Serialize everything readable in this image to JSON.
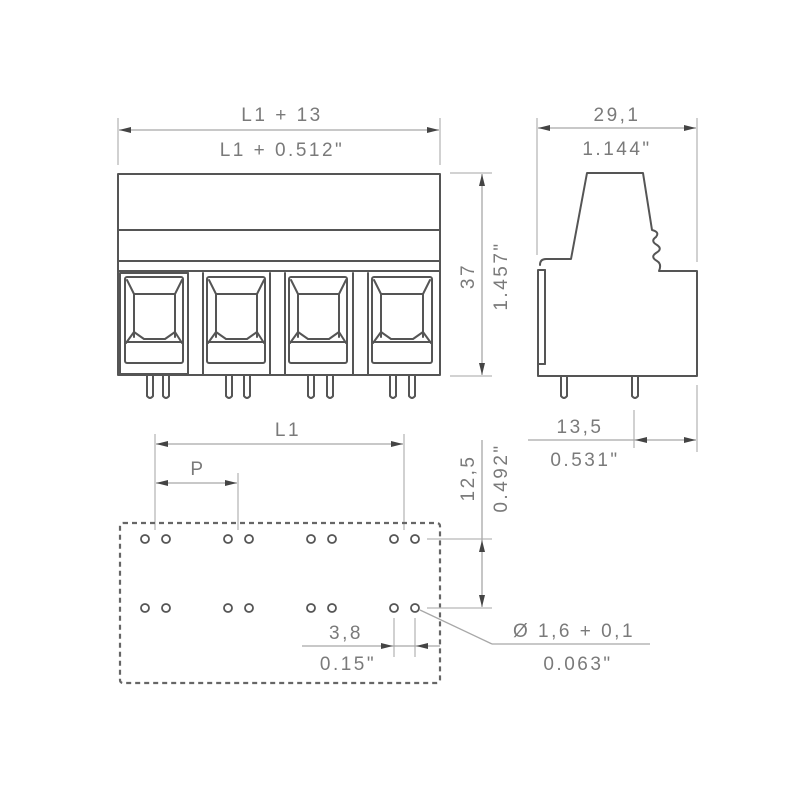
{
  "drawing": {
    "type": "terminal-block-dimension-drawing",
    "poles": 4,
    "colors": {
      "outline": "#555555",
      "dimension_line": "#a8a8a8",
      "dimension_text": "#7a7a7a",
      "background": "#ffffff"
    }
  },
  "front_view": {
    "width_mm": "L1 + 13",
    "width_in": "L1 + 0.512\"",
    "height_mm": "37",
    "height_in": "1.457\""
  },
  "side_view": {
    "depth_mm": "29,1",
    "depth_in": "1.144\"",
    "pin_offset_mm": "13,5",
    "pin_offset_in": "0.531\""
  },
  "pcb_layout": {
    "span_label": "L1",
    "pitch_label": "P",
    "row_spacing_mm": "12,5",
    "row_spacing_in": "0.492\"",
    "pin_spacing_mm": "3,8",
    "pin_spacing_in": "0.15\"",
    "hole_diameter_mm": "Ø 1,6 + 0,1",
    "hole_diameter_in": "0.063\""
  }
}
